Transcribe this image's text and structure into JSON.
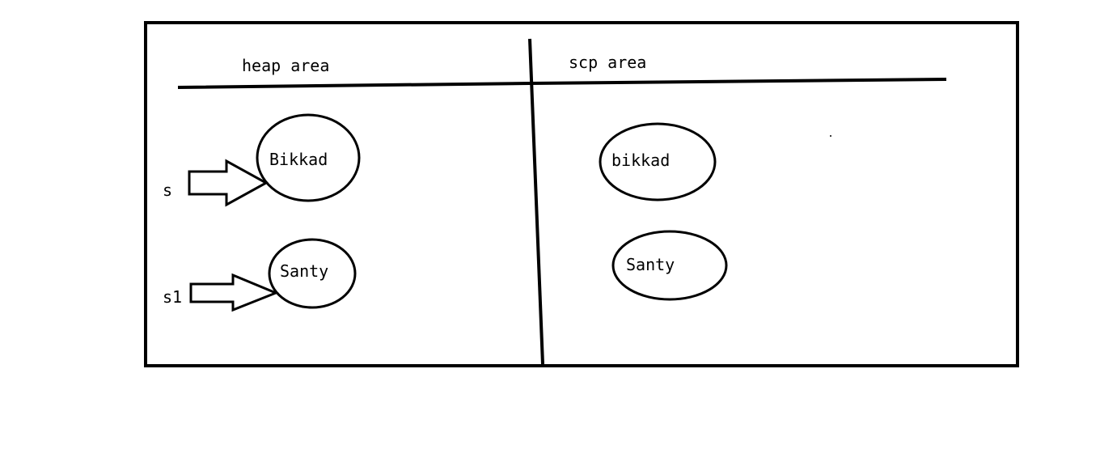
{
  "sections": {
    "heap": {
      "title": "heap area"
    },
    "scp": {
      "title": "scp area"
    }
  },
  "heap_objects": [
    {
      "value": "Bikkad",
      "reference": "s"
    },
    {
      "value": "Santy",
      "reference": "s1"
    }
  ],
  "scp_objects": [
    {
      "value": "bikkad"
    },
    {
      "value": "Santy"
    }
  ],
  "colors": {
    "stroke": "#000000",
    "background": "#ffffff"
  }
}
